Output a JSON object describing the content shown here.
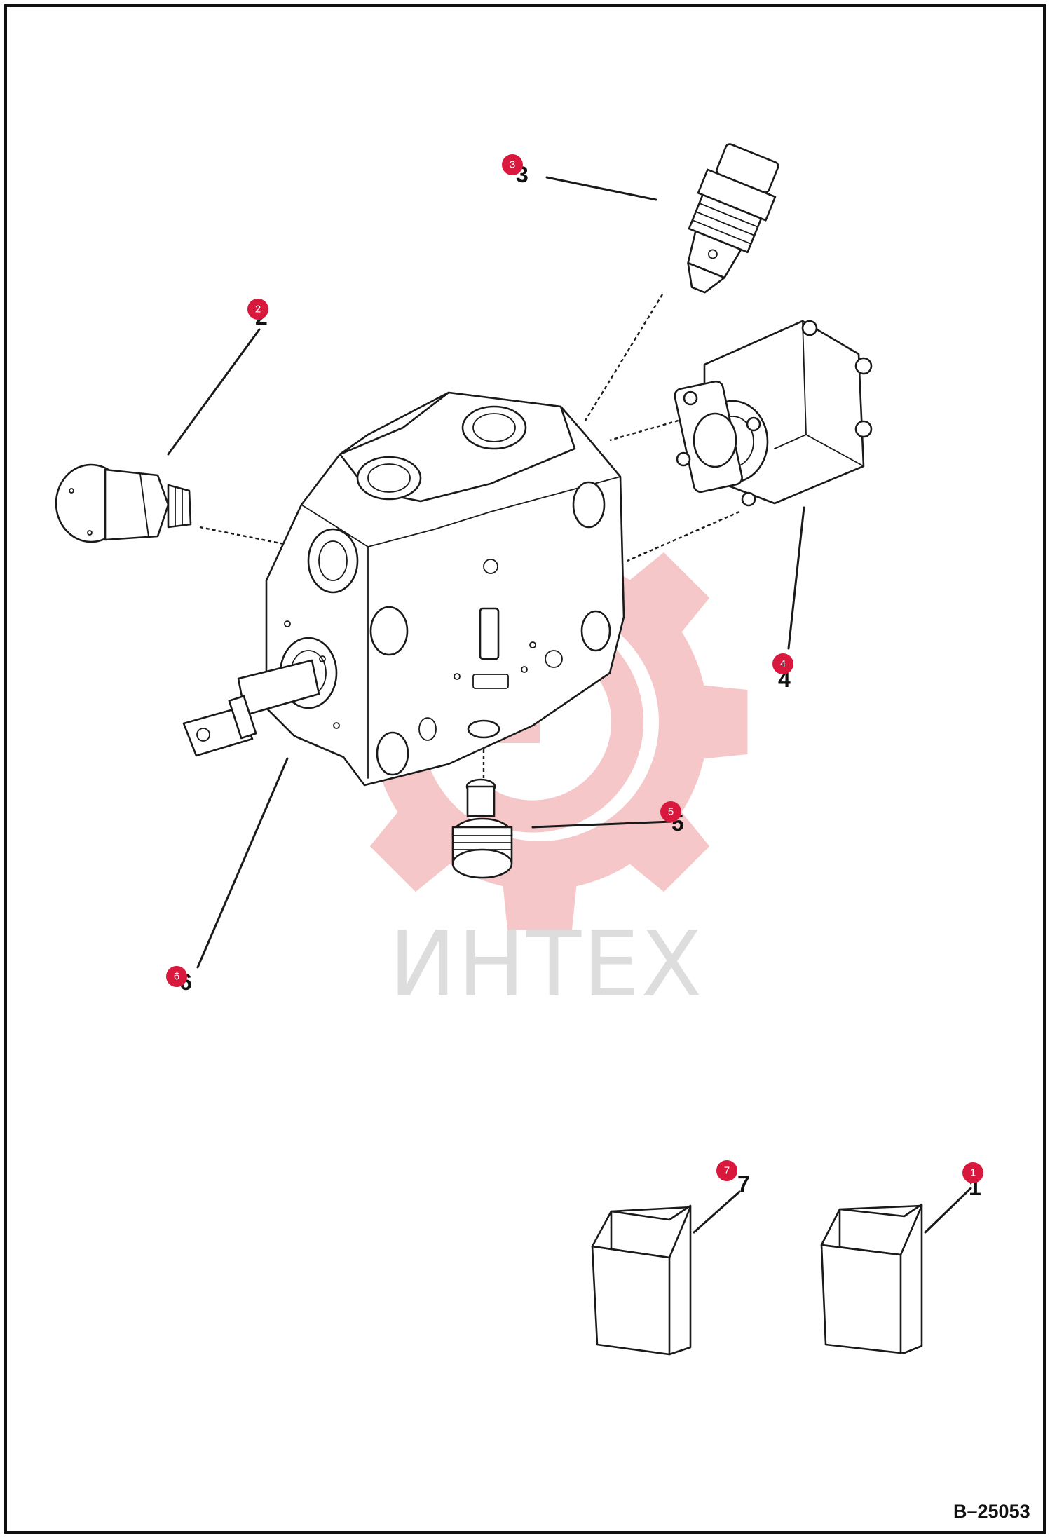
{
  "diagram": {
    "drawing_code": "B–25053",
    "watermark": {
      "text": "ИНТЕХ",
      "gear_color": "#f6c7c9",
      "text_color": "#dddddd"
    },
    "badge_color": "#d8183c",
    "callouts": [
      {
        "id": "1",
        "badge": "1",
        "number": "1"
      },
      {
        "id": "2",
        "badge": "2",
        "number": "2"
      },
      {
        "id": "3",
        "badge": "3",
        "number": "3"
      },
      {
        "id": "4",
        "badge": "4",
        "number": "4"
      },
      {
        "id": "5",
        "badge": "5",
        "number": "5"
      },
      {
        "id": "6",
        "badge": "6",
        "number": "6"
      },
      {
        "id": "7",
        "badge": "7",
        "number": "7"
      }
    ]
  }
}
